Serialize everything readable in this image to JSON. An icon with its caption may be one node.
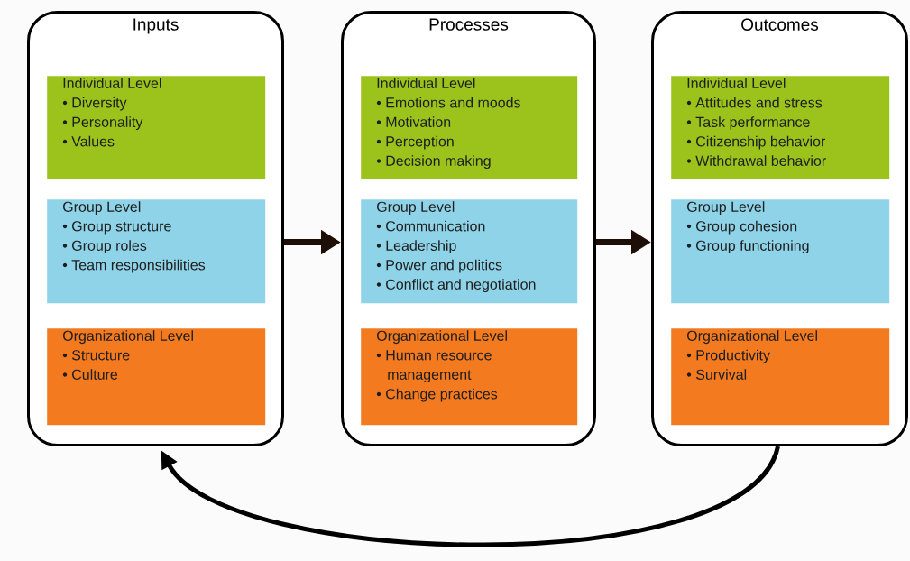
{
  "diagram": {
    "nodes": [
      {
        "text": [
          "Inputs"
        ]
      },
      {
        "text": [
          "Individual Level",
          "• Diversity",
          "• Personality",
          "• Values"
        ],
        "in": 0
      },
      {
        "text": [
          "Group Level",
          "• Group structure",
          "• Group roles",
          "• Team responsibilities"
        ],
        "in": 0
      },
      {
        "text": [
          "Organizational Level",
          "• Structure",
          "• Culture"
        ],
        "in": 0
      },
      {
        "text": [
          "Processes"
        ]
      },
      {
        "text": [
          "Individual Level",
          "• Emotions and moods",
          "• Motivation",
          "• Perception",
          "• Decision making"
        ],
        "in": 4
      },
      {
        "text": [
          "Group Level",
          "• Communication",
          "• Leadership",
          "• Power and politics",
          "• Conflict and negotiation"
        ],
        "in": 4
      },
      {
        "text": [
          "Organizational Level",
          "• Human resource management",
          "• Change practices"
        ],
        "in": 4
      },
      {
        "text": [
          "Outcomes"
        ]
      },
      {
        "text": [
          "Individual Level",
          "• Attitudes and stress",
          "• Task performance",
          "• Citizenship behavior",
          "• Withdrawal behavior"
        ],
        "in": 8
      },
      {
        "text": [
          "Group Level",
          "• Group cohesion",
          "• Group functioning"
        ],
        "in": 8
      },
      {
        "text": [
          "Organizational Level",
          "• Productivity",
          "• Survival"
        ],
        "in": 8
      }
    ],
    "edges": [
      {
        "from": 0,
        "to": 4,
        "arrow": "to"
      },
      {
        "from": 4,
        "to": 8,
        "arrow": "to"
      },
      {
        "from": 8,
        "to": 0,
        "arrow": "to"
      }
    ]
  }
}
